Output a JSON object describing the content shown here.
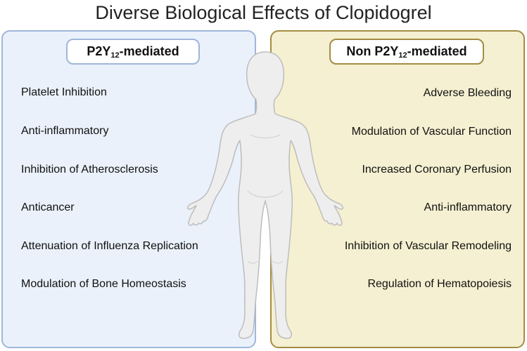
{
  "title": "Diverse Biological Effects of Clopidogrel",
  "left_panel": {
    "header_prefix": "P2Y",
    "header_sub": "12",
    "header_suffix": "-mediated",
    "items": [
      "Platelet Inhibition",
      "Anti-inflammatory",
      "Inhibition of Atherosclerosis",
      "Anticancer",
      "Attenuation of Influenza Replication",
      "Modulation of Bone Homeostasis"
    ]
  },
  "right_panel": {
    "header_prefix": "Non P2Y",
    "header_sub": "12",
    "header_suffix": "-mediated",
    "items": [
      "Adverse Bleeding",
      "Modulation of Vascular Function",
      "Increased Coronary Perfusion",
      "Anti-inflammatory",
      "Inhibition of Vascular Remodeling",
      "Regulation of Hematopoiesis"
    ]
  },
  "colors": {
    "left_fill": "#eaf1fb",
    "left_border": "#9fb6d9",
    "right_fill": "#f4f0d1",
    "right_border": "#a48c43",
    "figure_fill": "#eeeeee",
    "figure_stroke": "#bdbdbd"
  }
}
